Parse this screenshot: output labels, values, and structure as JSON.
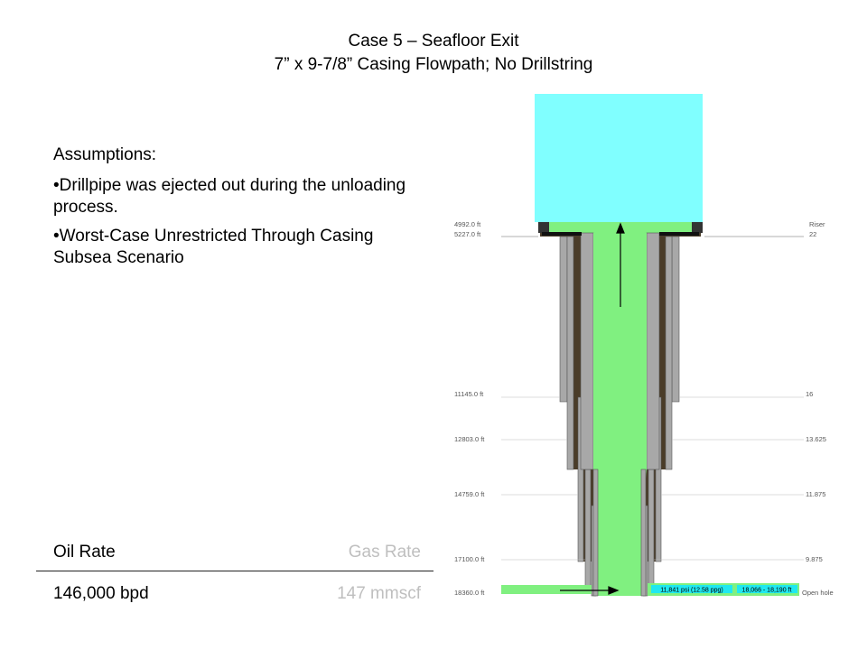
{
  "title": {
    "line1": "Case 5 – Seafloor Exit",
    "line2": "7” x 9-7/8” Casing Flowpath; No Drillstring"
  },
  "assumptions": {
    "heading": "Assumptions:",
    "bullets": [
      "•Drillpipe was ejected out during the unloading process.",
      "•Worst-Case Unrestricted Through Casing Subsea Scenario"
    ]
  },
  "rates": {
    "oil_label": "Oil Rate",
    "gas_label": "Gas Rate",
    "oil_value": "146,000 bpd",
    "gas_value": "147 mmscf"
  },
  "wellbore": {
    "depth_labels": [
      "4992.0 ft",
      "5227.0 ft",
      "11145.0 ft",
      "12803.0 ft",
      "14759.0 ft",
      "17100.0 ft",
      "18360.0 ft"
    ],
    "size_labels": [
      "Riser",
      "22",
      "16",
      "13.625",
      "11.875",
      "9.875",
      "Open hole"
    ],
    "pressure_label": "11,841 psi (12.58 ppg)",
    "interval_label": "18,066 - 18,190 ft",
    "colors": {
      "sea": "#80ffff",
      "flow": "#80f080",
      "cement": "#4a3c28",
      "casing": "#a8a8a8",
      "label_bg": "#20e8f0"
    }
  }
}
